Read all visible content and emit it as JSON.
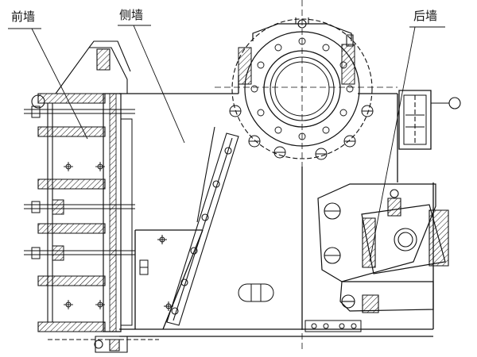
{
  "labels": {
    "front_wall": "前墙",
    "side_wall": "侧墙",
    "rear_wall": "后墙"
  },
  "colors": {
    "line": "#111111",
    "background": "#ffffff"
  }
}
